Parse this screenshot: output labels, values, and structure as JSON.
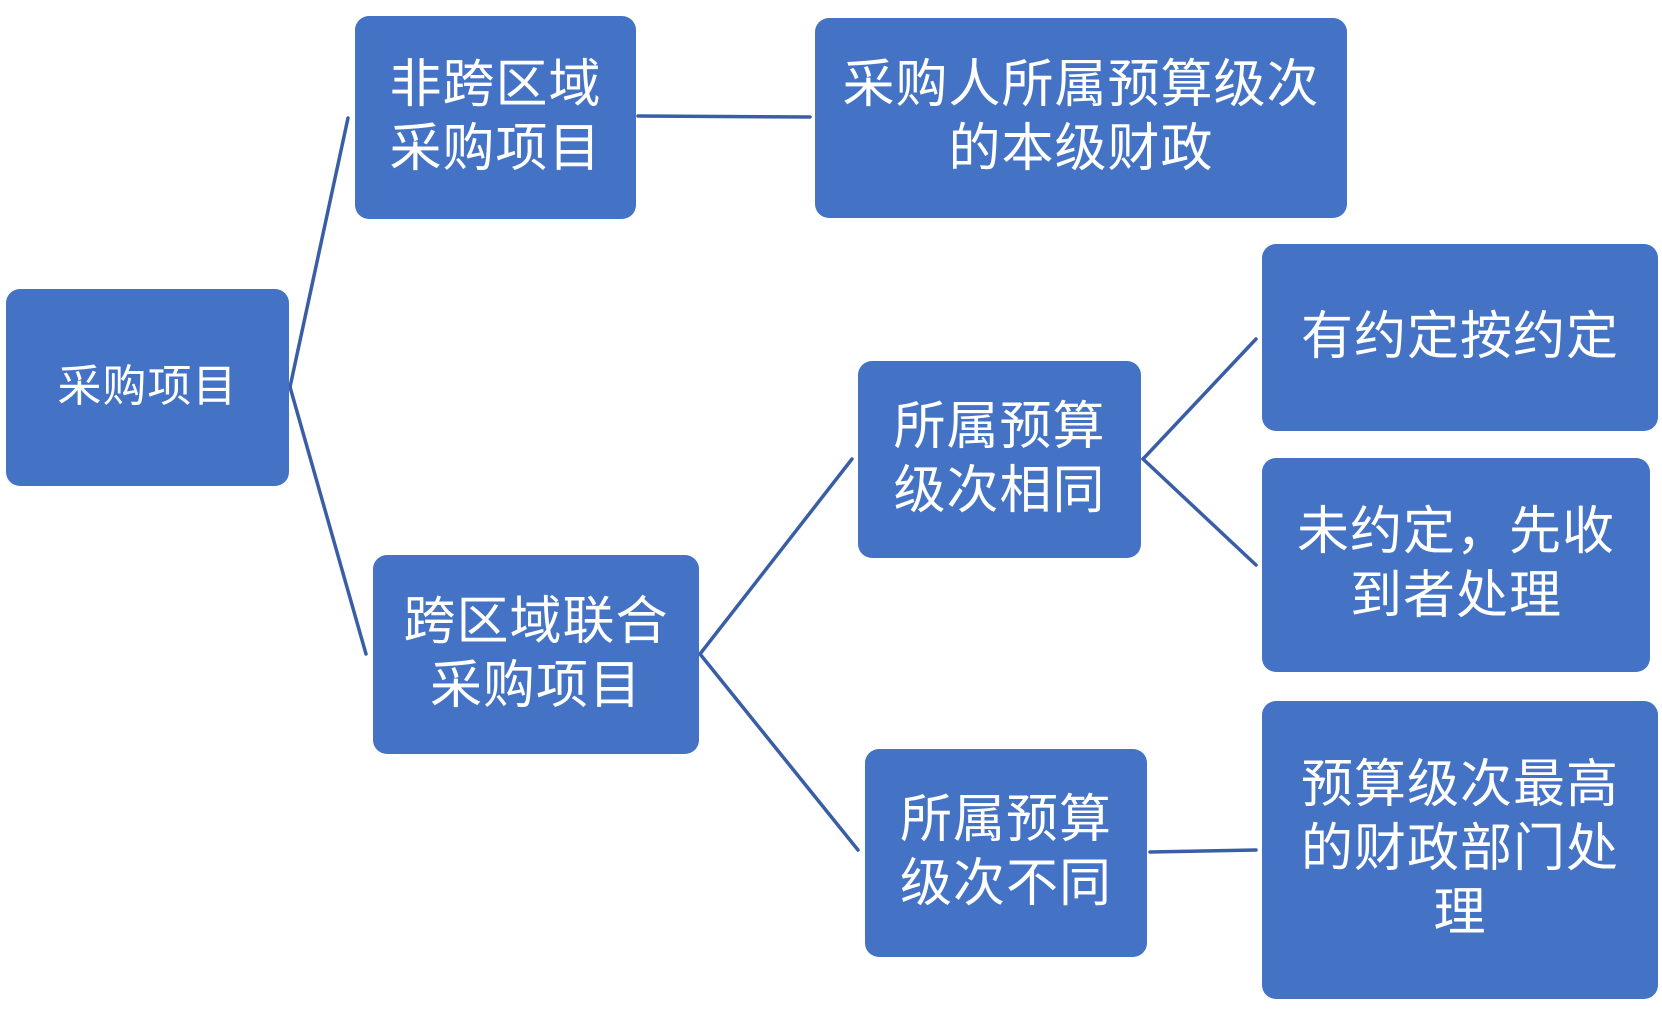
{
  "diagram": {
    "nodes": {
      "root": "采购项目",
      "non_cross": "非跨区域\n采购项目",
      "budget_level": "采购人所属预算级次\n的本级财政",
      "cross": "跨区域联合\n采购项目",
      "same_level": "所属预算\n级次相同",
      "diff_level": "所属预算\n级次不同",
      "agreed": "有约定按约定",
      "not_agreed": "未约定，先收\n到者处理",
      "highest": "预算级次最高\n的财政部门处\n理"
    },
    "colors": {
      "node_fill": "#4472c4",
      "node_text": "#ffffff",
      "connector": "#3a5ea6"
    }
  }
}
